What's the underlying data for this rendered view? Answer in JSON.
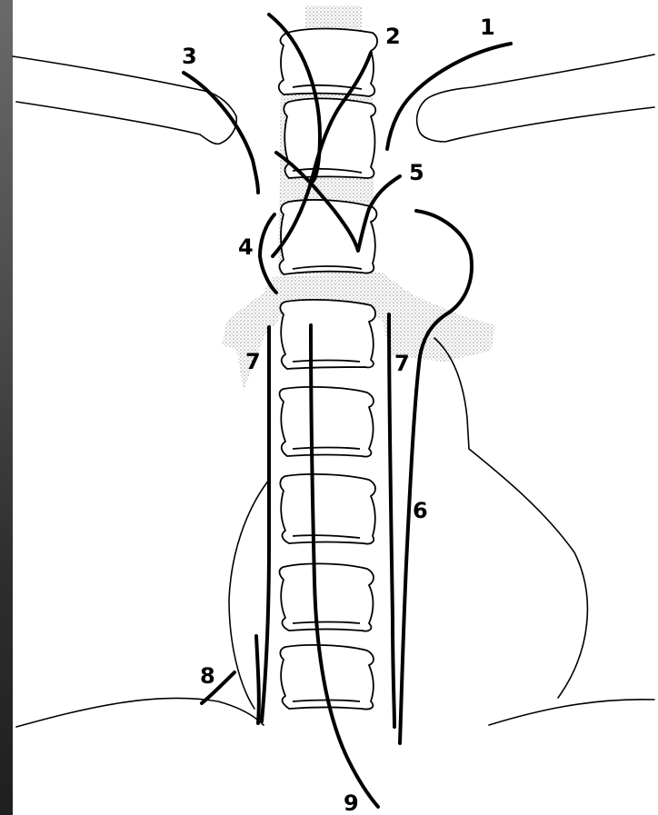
{
  "figure": {
    "labels": {
      "l1": "1",
      "l2": "2",
      "l3": "3",
      "l4": "4",
      "l5": "5",
      "l6": "6",
      "l7_left": "7",
      "l7_right": "7",
      "l8": "8",
      "l9": "9"
    }
  },
  "colors": {
    "line": "#000000",
    "shading_dot": "#8a8a8a",
    "background": "#ffffff"
  }
}
